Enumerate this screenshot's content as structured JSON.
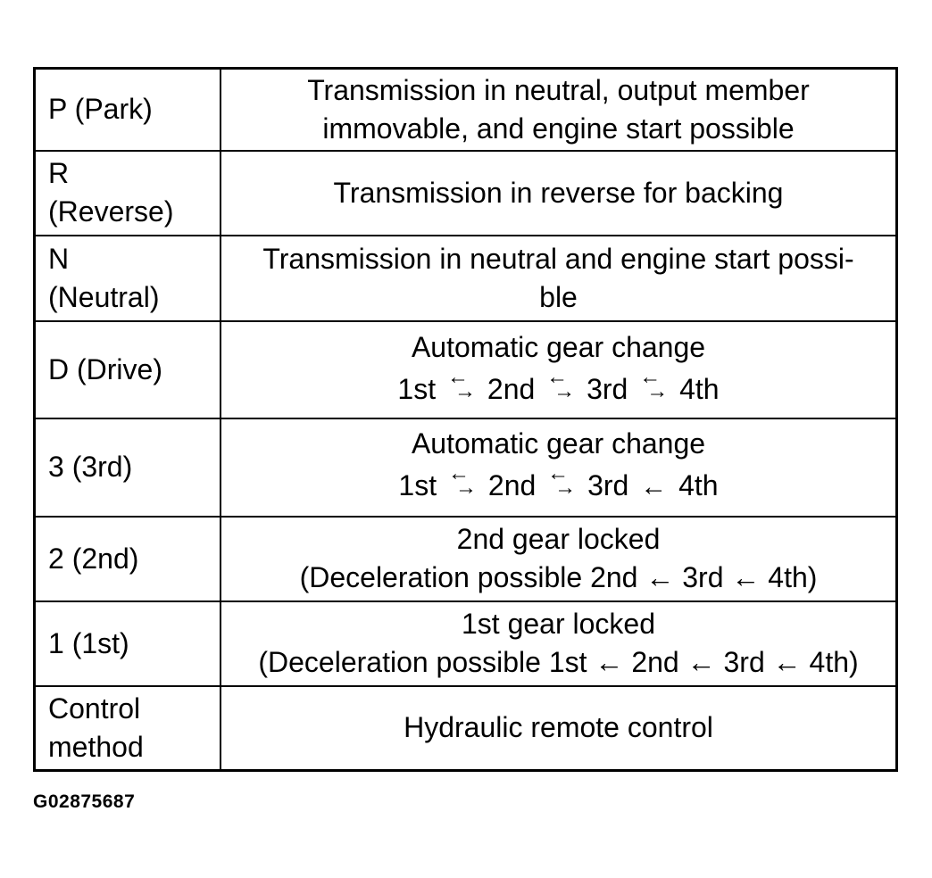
{
  "rows": [
    {
      "position": [
        "P (Park)"
      ],
      "description": [
        "Transmission in neutral, output member",
        "immovable, and engine start possible"
      ]
    },
    {
      "position": [
        "R",
        "(Reverse)"
      ],
      "description": [
        "Transmission in reverse for backing"
      ]
    },
    {
      "position": [
        "N",
        "(Neutral)"
      ],
      "description": [
        "Transmission in neutral and engine start possi-",
        "ble"
      ]
    },
    {
      "position": [
        "D (Drive)"
      ],
      "description": [
        "Automatic gear change"
      ],
      "sequence": {
        "gears": [
          "1st",
          "2nd",
          "3rd",
          "4th"
        ],
        "arrows": [
          "⇆",
          "⇆",
          "⇆"
        ]
      }
    },
    {
      "position": [
        "3 (3rd)"
      ],
      "description": [
        "Automatic gear change"
      ],
      "sequence": {
        "gears": [
          "1st",
          "2nd",
          "3rd",
          "4th"
        ],
        "arrows": [
          "⇆",
          "⇆",
          "←"
        ]
      }
    },
    {
      "position": [
        "2 (2nd)"
      ],
      "description": [
        "2nd gear locked",
        "(Deceleration possible 2nd ← 3rd ← 4th)"
      ]
    },
    {
      "position": [
        "1 (1st)"
      ],
      "description": [
        "1st gear locked",
        "(Deceleration possible 1st ← 2nd ← 3rd ← 4th)"
      ]
    },
    {
      "position": [
        "Control",
        "method"
      ],
      "description": [
        "Hydraulic remote control"
      ]
    }
  ],
  "figure_id": "G02875687"
}
